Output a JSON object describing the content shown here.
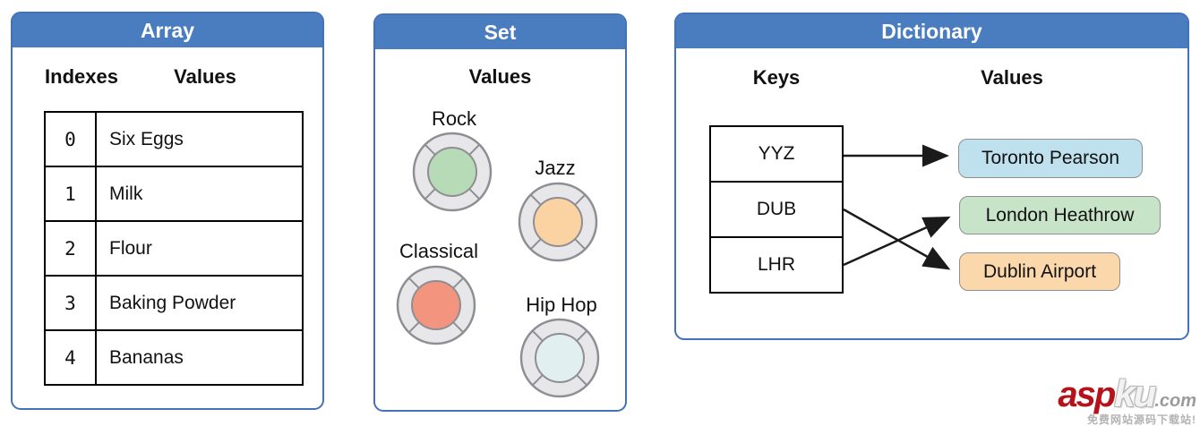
{
  "colors": {
    "header_blue": "#4a7cc0",
    "panel_border_blue": "#4272b8",
    "ring_fill": "#e7e7e9",
    "ring_stroke": "#8e8e93",
    "table_border": "#000000"
  },
  "panels": {
    "array": {
      "title": "Array",
      "col_indexes": "Indexes",
      "col_values": "Values",
      "rows": [
        {
          "index": "0",
          "value": "Six Eggs"
        },
        {
          "index": "1",
          "value": "Milk"
        },
        {
          "index": "2",
          "value": "Flour"
        },
        {
          "index": "3",
          "value": "Baking Powder"
        },
        {
          "index": "4",
          "value": "Bananas"
        }
      ]
    },
    "set": {
      "title": "Set",
      "col_values": "Values",
      "items": [
        {
          "label": "Rock",
          "color": "#b7dbb7"
        },
        {
          "label": "Jazz",
          "color": "#fbd3a2"
        },
        {
          "label": "Classical",
          "color": "#f2947e"
        },
        {
          "label": "Hip Hop",
          "color": "#e2eff1"
        }
      ]
    },
    "dictionary": {
      "title": "Dictionary",
      "col_keys": "Keys",
      "col_values": "Values",
      "keys": [
        "YYZ",
        "DUB",
        "LHR"
      ],
      "values": [
        {
          "label": "Toronto Pearson",
          "color": "#bfe1ee"
        },
        {
          "label": "London Heathrow",
          "color": "#c8e4c8"
        },
        {
          "label": "Dublin Airport",
          "color": "#fbd8ab"
        }
      ],
      "mappings": [
        {
          "key": "YYZ",
          "value": "Toronto Pearson"
        },
        {
          "key": "DUB",
          "value": "Dublin Airport"
        },
        {
          "key": "LHR",
          "value": "London Heathrow"
        }
      ]
    }
  },
  "watermark": {
    "brand_red": "asp",
    "brand_grey": "ku",
    "brand_suffix": ".com",
    "tagline": "免费网站源码下载站!"
  }
}
